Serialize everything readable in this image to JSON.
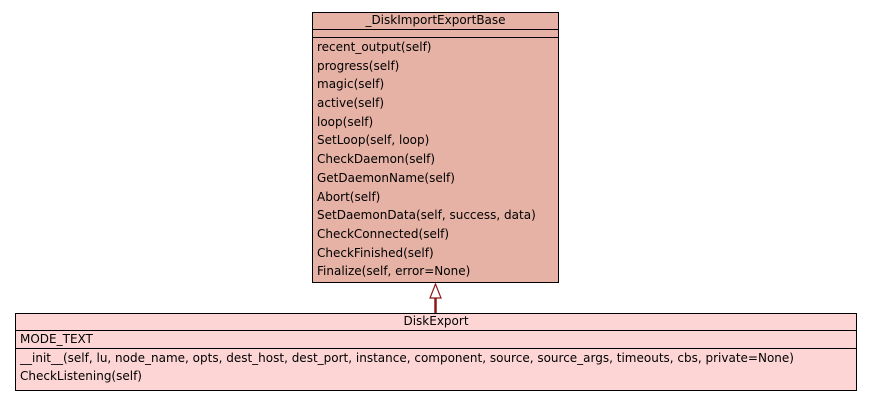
{
  "colors": {
    "base_fill": "#e5b2a5",
    "derived_fill": "#fdd5d5",
    "inheritance_line": "#8b1a1a"
  },
  "base_class": {
    "name": "_DiskImportExportBase",
    "methods": [
      "recent_output(self)",
      "progress(self)",
      "magic(self)",
      "active(self)",
      "loop(self)",
      "SetLoop(self, loop)",
      "CheckDaemon(self)",
      "GetDaemonName(self)",
      "Abort(self)",
      "SetDaemonData(self, success, data)",
      "CheckConnected(self)",
      "CheckFinished(self)",
      "Finalize(self, error=None)"
    ]
  },
  "derived_class": {
    "name": "DiskExport",
    "attributes": [
      "MODE_TEXT"
    ],
    "methods": [
      "__init__(self, lu, node_name, opts, dest_host, dest_port, instance, component, source, source_args, timeouts, cbs, private=None)",
      "CheckListening(self)"
    ]
  }
}
